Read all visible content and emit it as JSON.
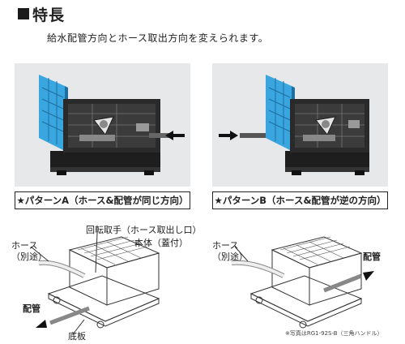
{
  "heading": {
    "title": "特長"
  },
  "lead": "給水配管方向とホース取出方向を変えられます。",
  "patterns": [
    {
      "caption": "★パターンA（ホース&配管が同じ方向）"
    },
    {
      "caption": "★パターンB（ホース&配管が逆の方向）"
    }
  ],
  "diagram_a": {
    "handle": "回転取手（ホース取出し口）",
    "body": "本体（蓋付）",
    "hose_line1": "ホース",
    "hose_line2": "（別途）",
    "pipe": "配管",
    "base": "底板"
  },
  "diagram_b": {
    "hose_line1": "ホース",
    "hose_line2": "（別途）",
    "pipe": "配管"
  },
  "note": "※写真はRG1-92S-B（三角ハンドル）",
  "colors": {
    "lid_blue": "#3aa6e0",
    "frame": "#2b2b2b",
    "panel_bg": "#e6e8ea"
  }
}
